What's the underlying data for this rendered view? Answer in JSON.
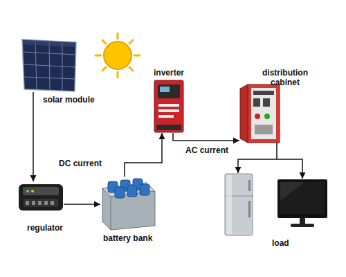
{
  "diagram": {
    "nodes": [
      {
        "text": [
          "solar module"
        ]
      },
      {
        "text": [
          "inverter"
        ]
      },
      {
        "text": [
          "distribution cabinet"
        ]
      },
      {
        "text": [
          "regulator"
        ]
      },
      {
        "text": [
          "battery bank"
        ]
      },
      {
        "text": [
          "load"
        ]
      }
    ],
    "edges": [
      {
        "from": 0,
        "to": 3,
        "arrow": "to"
      },
      {
        "from": 3,
        "to": 4,
        "arrow": "to"
      },
      {
        "from": 4,
        "to": 1,
        "label": "DC current",
        "arrow": "to"
      },
      {
        "from": 1,
        "to": 2,
        "label": "AC current",
        "arrow": "to"
      },
      {
        "from": 2,
        "to": 5,
        "arrow": "to"
      }
    ]
  }
}
